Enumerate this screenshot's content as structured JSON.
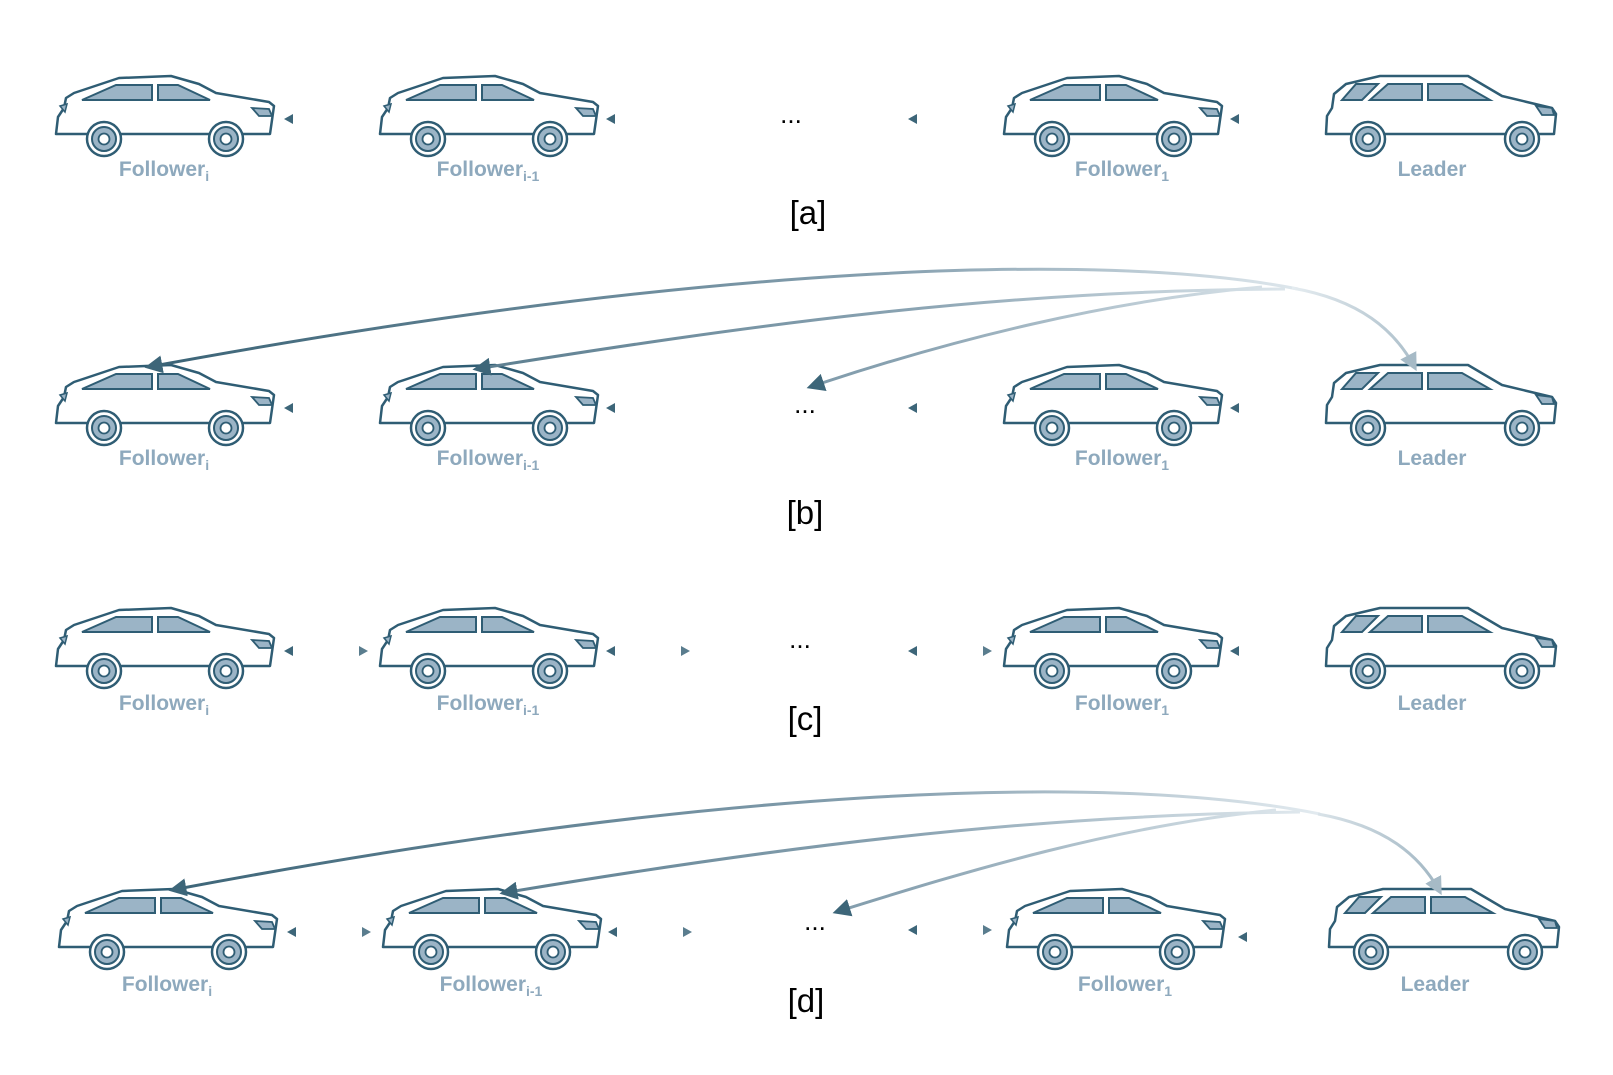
{
  "colors": {
    "outline": "#2f5d74",
    "window_fill": "#9bb4c6",
    "label": "#8ea9bd",
    "arrow_dark": "#3d6679",
    "arrow_light": "#c9d6df"
  },
  "icons": {
    "sedan": "sedan-car-icon",
    "wagon": "wagon-car-icon"
  },
  "vehicles": {
    "follower_i": {
      "base": "Follower",
      "sub": "i"
    },
    "follower_i_1": {
      "base": "Follower",
      "sub": "i-1"
    },
    "follower_1": {
      "base": "Follower",
      "sub": "1"
    },
    "leader": {
      "base": "Leader",
      "sub": ""
    }
  },
  "ellipsis": "...",
  "panels": [
    {
      "id": "a",
      "label": "[a]",
      "links": "unidirectional",
      "leader_broadcast": false
    },
    {
      "id": "b",
      "label": "[b]",
      "links": "unidirectional",
      "leader_broadcast": true
    },
    {
      "id": "c",
      "label": "[c]",
      "links": "bidirectional",
      "leader_broadcast": false
    },
    {
      "id": "d",
      "label": "[d]",
      "links": "bidirectional",
      "leader_broadcast": true
    }
  ]
}
